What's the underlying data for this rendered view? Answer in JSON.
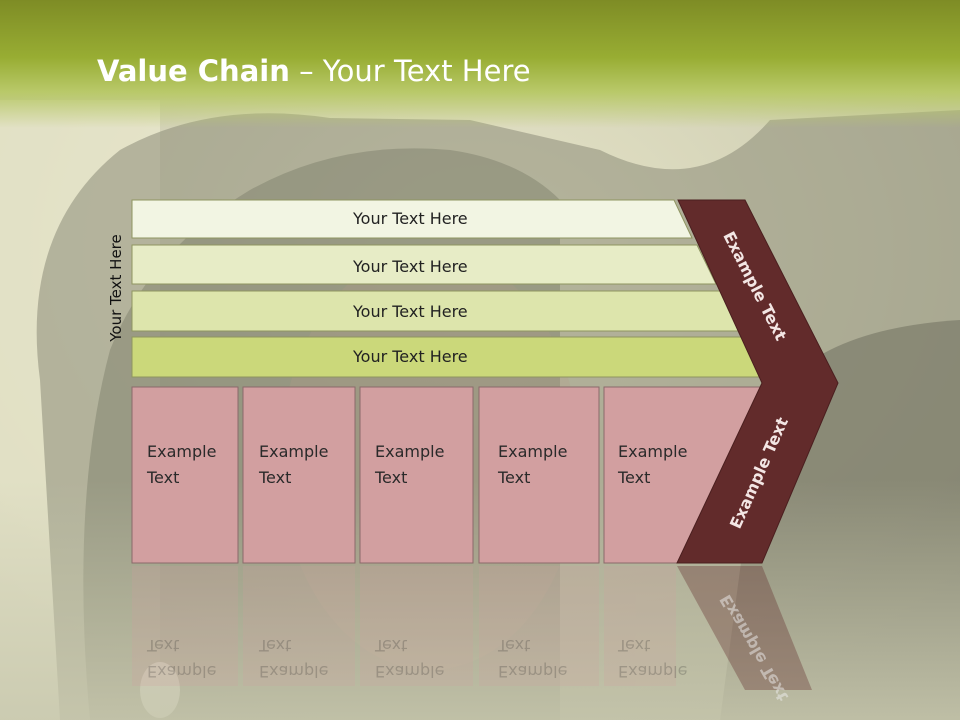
{
  "title": {
    "bold": "Value Chain",
    "rest": " – Your Text Here"
  },
  "side_label": "Your Text Here",
  "rows": [
    "Your Text Here",
    "Your Text Here",
    "Your Text Here",
    "Your Text Here"
  ],
  "boxes": [
    {
      "line1": "Example",
      "line2": "Text"
    },
    {
      "line1": "Example",
      "line2": "Text"
    },
    {
      "line1": "Example",
      "line2": "Text"
    },
    {
      "line1": "Example",
      "line2": "Text"
    },
    {
      "line1": "Example",
      "line2": "Text"
    }
  ],
  "chevron_top": "Example Text",
  "chevron_bottom": "Example Text",
  "colors": {
    "header": "#8fa02c",
    "row1": "#f2f5e3",
    "row2": "#e7ecc6",
    "row3": "#dde5ac",
    "row4": "#cbd87a",
    "box": "#d29fa0",
    "chevron": "#622b2b"
  }
}
